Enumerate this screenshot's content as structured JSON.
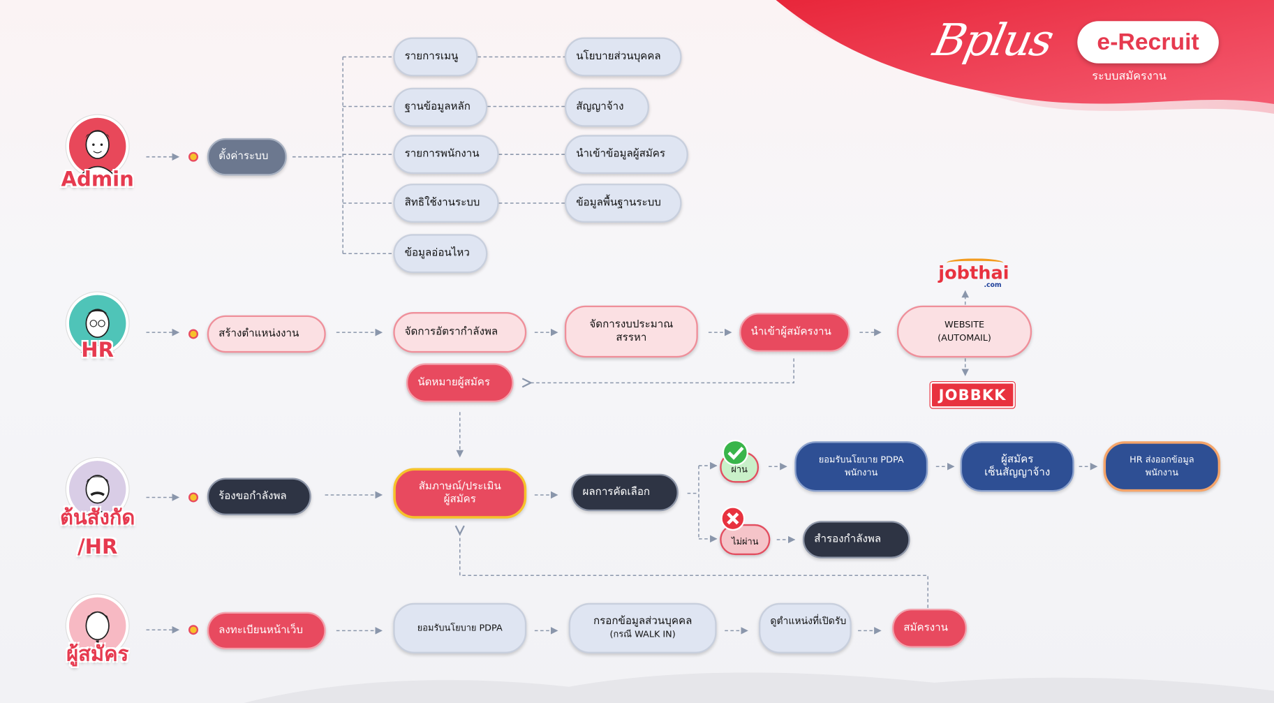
{
  "brand": {
    "logo_script": "Bplus",
    "product": "e-Recruit",
    "subtitle": "ระบบสมัครงาน"
  },
  "roles": {
    "admin": "Admin",
    "hr": "HR",
    "dept_line1": "ต้นสังกัด",
    "dept_line2": "/HR",
    "applicant": "ผู้สมัคร"
  },
  "admin": {
    "settings": "ตั้งค่าระบบ",
    "left_items": [
      "รายการเมนู",
      "ฐานข้อมูลหลัก",
      "รายการพนักงาน",
      "สิทธิใช้งานระบบ",
      "ข้อมูลอ่อนไหว"
    ],
    "right_items": [
      "นโยบายส่วนบุคคล",
      "สัญญาจ้าง",
      "นำเข้าข้อมูลผู้สมัคร",
      "ข้อมูลพื้นฐานระบบ"
    ]
  },
  "hr": {
    "create_position": "สร้างตำแหน่งงาน",
    "manpower": "จัดการอัตรากำลังพล",
    "budget_line1": "จัดการงบประมาณ",
    "budget_line2": "สรรหา",
    "import_applicants": "นำเข้าผู้สมัครงาน",
    "website_line1": "WEBSITE",
    "website_line2": "(AUTOMAIL)",
    "appointment": "นัดหมายผู้สมัคร"
  },
  "logos": {
    "jobthai": "jobthai",
    "jobthai_domain": ".com",
    "jobbkk": "JOBBKK"
  },
  "dept": {
    "request": "ร้องขอกำลังพล",
    "interview_line1": "สัมภาษณ์/ประเมิน",
    "interview_line2": "ผู้สมัคร",
    "result": "ผลการคัดเลือก",
    "pass": "ผ่าน",
    "fail": "ไม่ผ่าน",
    "accept_pdpa_line1": "ยอมรับนโยบาย PDPA",
    "accept_pdpa_line2": "พนักงาน",
    "sign_line1": "ผู้สมัคร",
    "sign_line2": "เซ็นสัญญาจ้าง",
    "export_line1": "HR ส่งออกข้อมูล",
    "export_line2": "พนักงาน",
    "reserve": "สำรองกำลังพล"
  },
  "applicant": {
    "register": "ลงทะเบียนหน้าเว็บ",
    "accept_pdpa": "ยอมรับนโยบาย PDPA",
    "fill_line1": "กรอกข้อมูลส่วนบุคคล",
    "fill_line2": "(กรณี WALK IN)",
    "view_positions": "ดูตำแหน่งที่เปิดรับ",
    "apply": "สมัครงาน"
  },
  "colors": {
    "brand_red": "#e63a4f",
    "navy": "#2e4f94",
    "dark": "#2e3444",
    "light_blue": "#dfe5f2",
    "connector": "#8a96ab"
  }
}
